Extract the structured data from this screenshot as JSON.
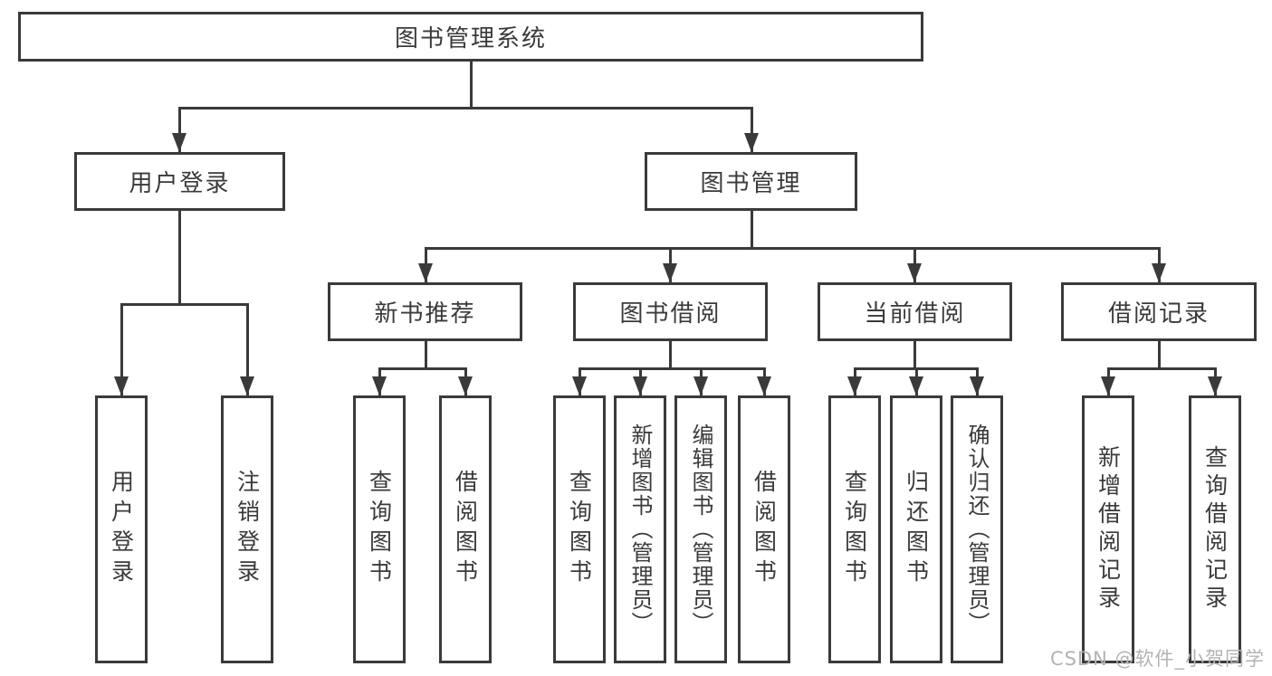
{
  "diagram": {
    "root": {
      "label": "图书管理系统"
    },
    "level2": [
      {
        "label": "用户登录"
      },
      {
        "label": "图书管理"
      }
    ],
    "level3": [
      {
        "label": "新书推荐"
      },
      {
        "label": "图书借阅"
      },
      {
        "label": "当前借阅"
      },
      {
        "label": "借阅记录"
      }
    ],
    "leaves": {
      "user_login": [
        "用户登录",
        "注销登录"
      ],
      "new_book": [
        "查询图书",
        "借阅图书"
      ],
      "book_borrow": [
        "查询图书",
        "新增图书（管理员）",
        "编辑图书（管理员）",
        "借阅图书"
      ],
      "current_borrow": [
        "查询图书",
        "归还图书",
        "确认归还（管理员）"
      ],
      "borrow_record": [
        "新增借阅记录",
        "查询借阅记录"
      ]
    }
  },
  "watermark": "CSDN @软件_小贺同学",
  "colors": {
    "line": "#3a3a3a",
    "text": "#3a3a3a",
    "watermark_gray": "#b3b3b3",
    "background": "#ffffff"
  }
}
